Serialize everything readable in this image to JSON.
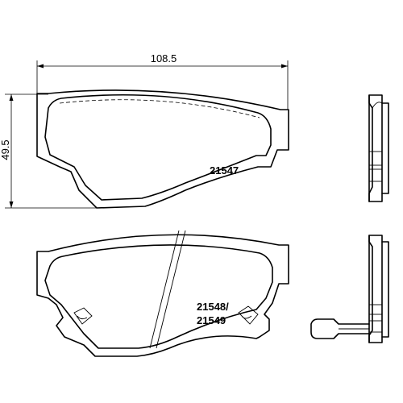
{
  "dimensions": {
    "width_label": "108.5",
    "height_label": "49.5"
  },
  "pads": {
    "upper_part_number": "21547",
    "lower_part_number_line1": "21548/",
    "lower_part_number_line2": "21549"
  },
  "colors": {
    "line": "#000000",
    "background": "#ffffff"
  }
}
